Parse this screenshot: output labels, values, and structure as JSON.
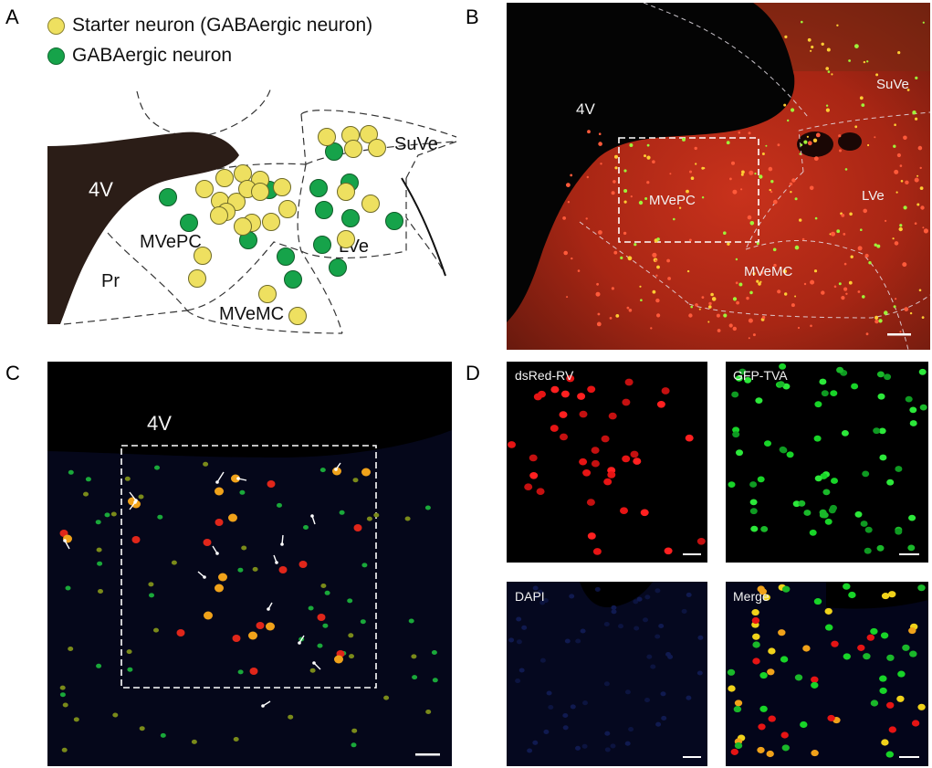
{
  "panels": {
    "a": {
      "letter": "A",
      "legend": [
        {
          "label": "Starter neuron (GABAergic neuron)",
          "color": "#eee060"
        },
        {
          "label": "GABAergic neuron",
          "color": "#16a34a"
        }
      ],
      "regions": {
        "v4": "4V",
        "mvepc": "MVePC",
        "pr": "Pr",
        "mvemc": "MVeMC",
        "lve": "LVe",
        "suve": "SuVe"
      }
    },
    "b": {
      "letter": "B",
      "labels": {
        "v4": "4V",
        "suve": "SuVe",
        "mvepc": "MVePC",
        "lve": "LVe",
        "mvemc": "MVeMC"
      }
    },
    "c": {
      "letter": "C",
      "labels": {
        "v4": "4V"
      }
    },
    "d": {
      "letter": "D",
      "subpanels": [
        {
          "label": "dsRed-RV"
        },
        {
          "label": "GFP-TVA"
        },
        {
          "label": "DAPI"
        },
        {
          "label": "Merge"
        }
      ]
    }
  },
  "colors": {
    "starter": "#eee060",
    "gaba": "#16a34a",
    "ventricle": "#2b1d17",
    "red_signal": "#e0261a",
    "green_signal": "#2bd52b"
  }
}
